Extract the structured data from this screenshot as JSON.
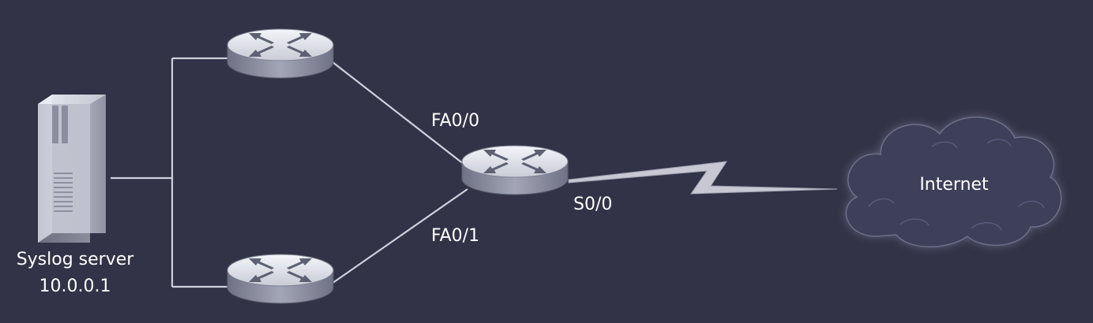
{
  "diagram": {
    "server": {
      "name": "Syslog server",
      "ip": "10.0.0.1"
    },
    "interfaces": {
      "fa00": "FA0/0",
      "fa01": "FA0/1",
      "s00": "S0/0"
    },
    "cloud": {
      "label": "Internet"
    }
  },
  "colors": {
    "background": "#323347",
    "link": "#cfd0dc",
    "router_top": "#eceef4",
    "router_side": "#8b8ea0",
    "arrow": "#5e6173",
    "server": "#b8bac8",
    "cloud": "#3d3f55",
    "text": "#ffffff"
  },
  "icons": [
    "server-icon",
    "router-icon",
    "cloud-icon",
    "serial-link-icon"
  ]
}
